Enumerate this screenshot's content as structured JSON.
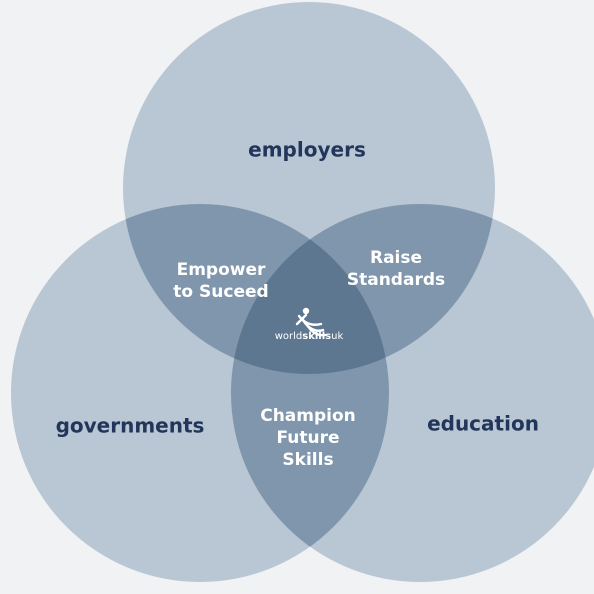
{
  "circles": {
    "top": "employers",
    "left": "governments",
    "right": "education"
  },
  "overlaps": {
    "top_left": [
      "Empower",
      "to Suceed"
    ],
    "top_right": [
      "Raise",
      "Standards"
    ],
    "bottom": [
      "Champion",
      "Future",
      "Skills"
    ]
  },
  "logo": {
    "prefix": "world",
    "bold": "skills",
    "suffix": "uk"
  },
  "colors": {
    "background": "#f1f2f4",
    "circle_fill": "#b9c6d4",
    "pair_overlap": "#8096ac",
    "center_overlap": "#5e7790",
    "outer_text": "#22355a",
    "inner_text": "#ffffff"
  }
}
